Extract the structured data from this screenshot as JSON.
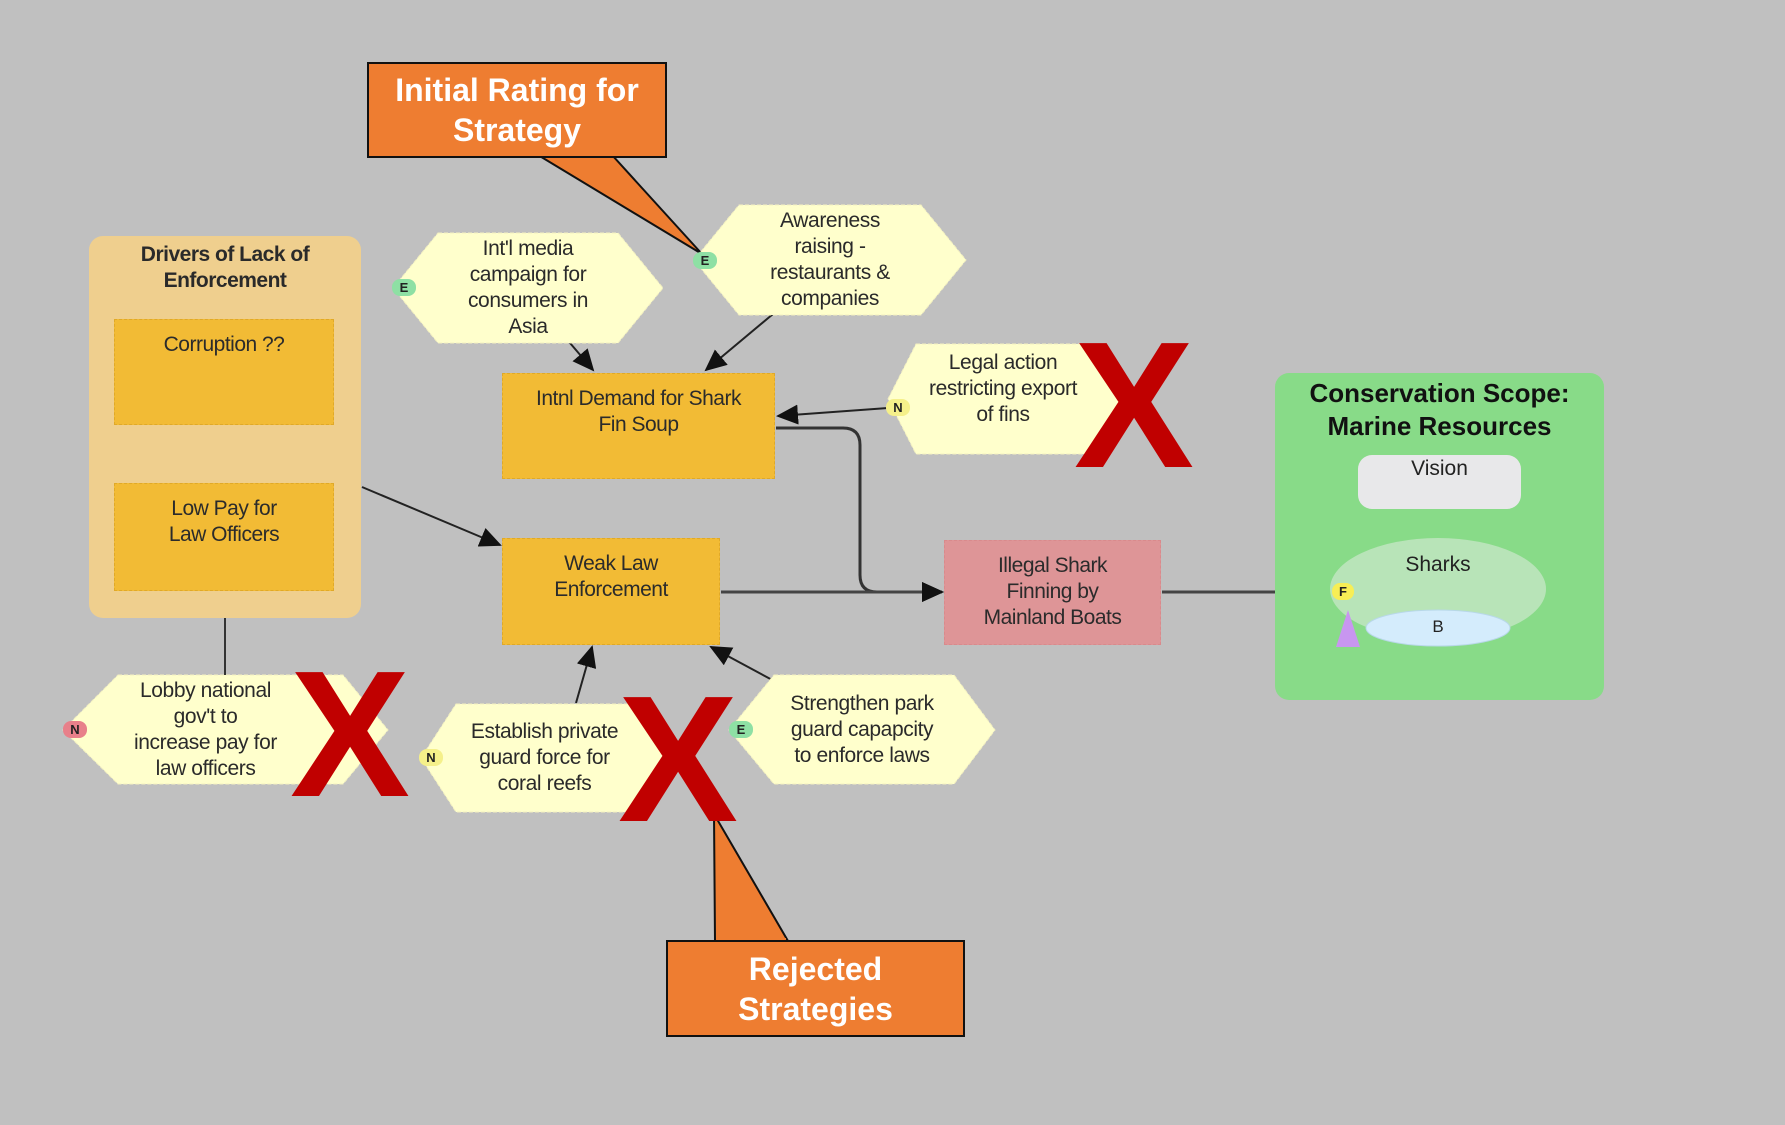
{
  "diagram": {
    "callouts": {
      "initial_rating": "Initial Rating for Strategy",
      "rejected": "Rejected Strategies"
    },
    "drivers_group": {
      "title": "Drivers of Lack of Enforcement",
      "factors": [
        {
          "label": "Corruption ??"
        },
        {
          "label": "Low Pay for Law Officers"
        }
      ]
    },
    "factors": {
      "intl_demand": "Intnl Demand for Shark Fin Soup",
      "weak_law": "Weak Law Enforcement",
      "illegal_finning": "Illegal Shark Finning by Mainland Boats"
    },
    "strategies": [
      {
        "id": "intl_media",
        "label": "Int'l media campaign for consumers in Asia",
        "rating": "E",
        "rejected": false
      },
      {
        "id": "awareness",
        "label": "Awareness raising - restaurants & companies",
        "rating": "E",
        "rejected": false
      },
      {
        "id": "legal_action",
        "label": "Legal action restricting export of fins",
        "rating": "N",
        "rejected": true
      },
      {
        "id": "lobby",
        "label": "Lobby national gov't to increase pay for law officers",
        "rating": "N",
        "rejected": true
      },
      {
        "id": "establish",
        "label": "Establish private guard force for coral reefs",
        "rating": "N",
        "rejected": true
      },
      {
        "id": "strengthen",
        "label": "Strengthen park guard capapcity to enforce laws",
        "rating": "E",
        "rejected": false
      }
    ],
    "scope": {
      "title": "Conservation Scope: Marine Resources",
      "vision": "Vision",
      "target": "Sharks",
      "target_badge": "F",
      "sub_target": "B"
    },
    "reject_mark": "X",
    "colors": {
      "background": "#c0c0c0",
      "strategy": "#ffffcc",
      "factor": "#f2bb35",
      "threat": "#de9597",
      "group": "#efcf8e",
      "scope": "#88db88",
      "callout": "#ee7d31",
      "reject": "#c00000"
    }
  }
}
